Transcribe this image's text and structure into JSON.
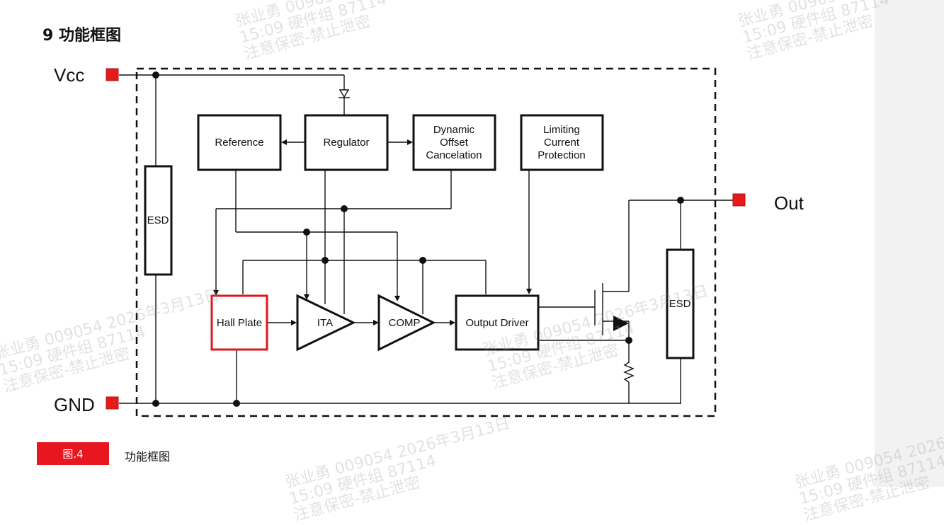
{
  "section": {
    "title": "9 功能框图"
  },
  "pins": {
    "vcc": "Vcc",
    "gnd": "GND",
    "out": "Out"
  },
  "blocks": {
    "reference": [
      "Reference"
    ],
    "regulator": [
      "Regulator"
    ],
    "dynamic_offset": [
      "Dynamic",
      "Offset",
      "Cancelation"
    ],
    "limiting_current": [
      "Limiting",
      "Current",
      "Protection"
    ],
    "esd_left": [
      "ESD"
    ],
    "esd_right": [
      "ESD"
    ],
    "hall_plate": [
      "Hall Plate"
    ],
    "ita": [
      "ITA"
    ],
    "comp": [
      "COMP"
    ],
    "output_driver": [
      "Output Driver"
    ]
  },
  "caption": {
    "tag": "图.4",
    "text": "功能框图"
  },
  "watermark": {
    "lines": [
      "张业勇 009054 2026年3月13日",
      "15:09 硬件组 87114",
      "注意保密-禁止泄密"
    ]
  },
  "colors": {
    "accent_red": "#e8161e",
    "hall_border": "#e0161e",
    "pin_red": "#e51a1a",
    "line": "#111111"
  },
  "icons": [
    "diode-icon",
    "mosfet-icon",
    "resistor-icon",
    "junction-dot-icon"
  ]
}
